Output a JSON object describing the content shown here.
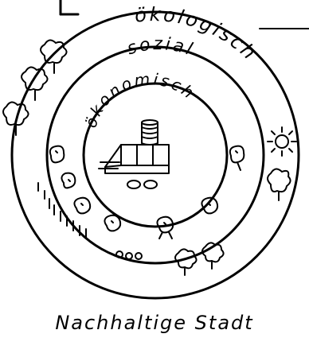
{
  "diagram": {
    "rings": {
      "outer": "ökologisch",
      "middle": "sozial",
      "inner": "ökonomisch"
    },
    "caption": "Nachhaltige Stadt"
  }
}
